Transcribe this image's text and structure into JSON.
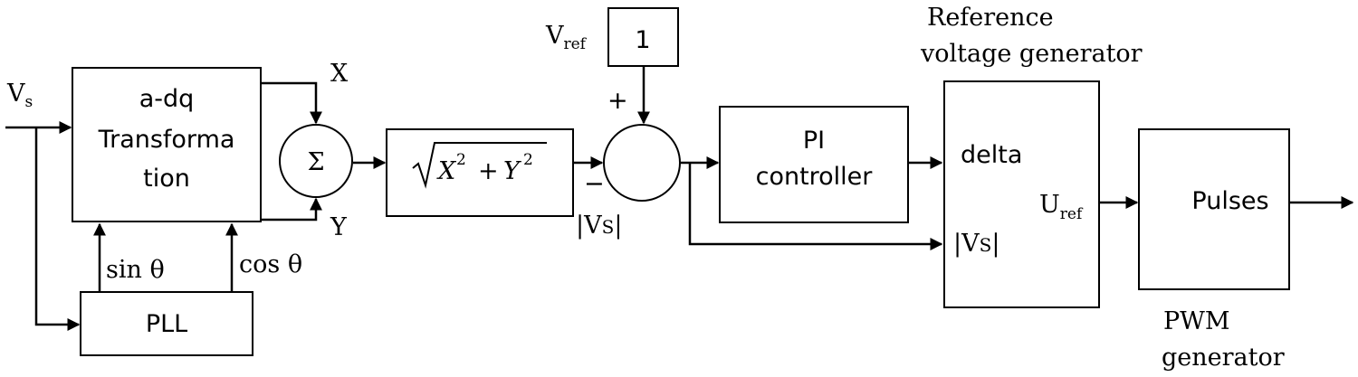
{
  "blocks": {
    "adq": {
      "line1": "a-dq",
      "line2": "Transforma",
      "line3": "tion"
    },
    "sum": {
      "symbol": "Σ"
    },
    "magnitude": {
      "formula_x": "X",
      "formula_plus": "+",
      "formula_y": "Y",
      "exponent": "2"
    },
    "pi": {
      "line1": "PI",
      "line2": "controller"
    },
    "ref_gen": {
      "title_line1": "Reference",
      "title_line2": "voltage generator",
      "input_delta": "delta",
      "input_vs": "|V",
      "input_vs_sub": "S",
      "input_vs_close": "|",
      "output_u": "U",
      "output_u_sub": "ref"
    },
    "pwm": {
      "label": "Pulses",
      "title_line1": "PWM",
      "title_line2": "generator"
    },
    "pll": {
      "label": "PLL"
    },
    "const": {
      "value": "1"
    }
  },
  "signals": {
    "vs_in": {
      "main": "V",
      "sub": "s"
    },
    "x": "X",
    "y": "Y",
    "sin": "sin θ",
    "cos": "cos θ",
    "vref": {
      "main": "V",
      "sub": "ref"
    },
    "plus": "+",
    "minus": "−",
    "vs_mag": {
      "open": "|V",
      "sub": "S",
      "close": "|"
    }
  }
}
